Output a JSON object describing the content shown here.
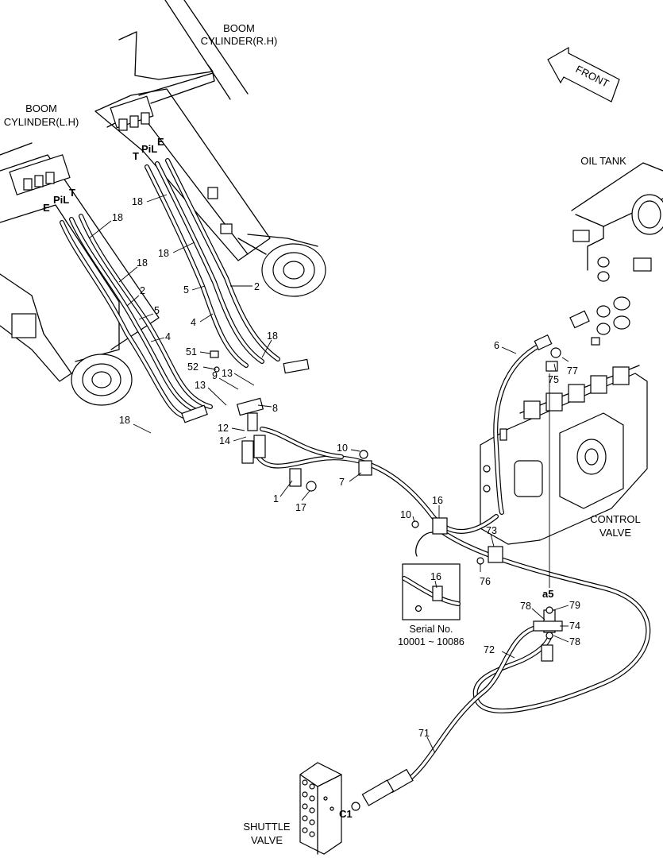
{
  "titles": {
    "boom_rh_line1": "BOOM",
    "boom_rh_line2": "CYLINDER(R.H)",
    "boom_lh_line1": "BOOM",
    "boom_lh_line2": "CYLINDER(L.H)",
    "oil_tank": "OIL TANK",
    "control_valve_line1": "CONTROL",
    "control_valve_line2": "VALVE",
    "shuttle_valve_line1": "SHUTTLE",
    "shuttle_valve_line2": "VALVE",
    "front": "FRONT",
    "serial_line1": "Serial No.",
    "serial_line2": "10001 ~ 10086"
  },
  "port_labels": {
    "t_rh": "T",
    "pil_rh": "PiL",
    "e_rh": "E",
    "e_lh": "E",
    "pil_lh": "PiL",
    "t_lh": "T",
    "a5": "a5",
    "c1": "C1"
  },
  "parts": {
    "p18a": "18",
    "p18b": "18",
    "p18c": "18",
    "p18d": "18",
    "p18e": "18",
    "p18f": "18",
    "p2a": "2",
    "p2b": "2",
    "p5a": "5",
    "p5b": "5",
    "p4a": "4",
    "p4b": "4",
    "p51": "51",
    "p52": "52",
    "p9": "9",
    "p13a": "13",
    "p13b": "13",
    "p8": "8",
    "p12": "12",
    "p14": "14",
    "p1": "1",
    "p17": "17",
    "p7": "7",
    "p10a": "10",
    "p10b": "10",
    "p16a": "16",
    "p16b": "16",
    "p73": "73",
    "p76": "76",
    "p6": "6",
    "p75": "75",
    "p77": "77",
    "p79": "79",
    "p78a": "78",
    "p74": "74",
    "p78b": "78",
    "p72": "72",
    "p71": "71"
  }
}
